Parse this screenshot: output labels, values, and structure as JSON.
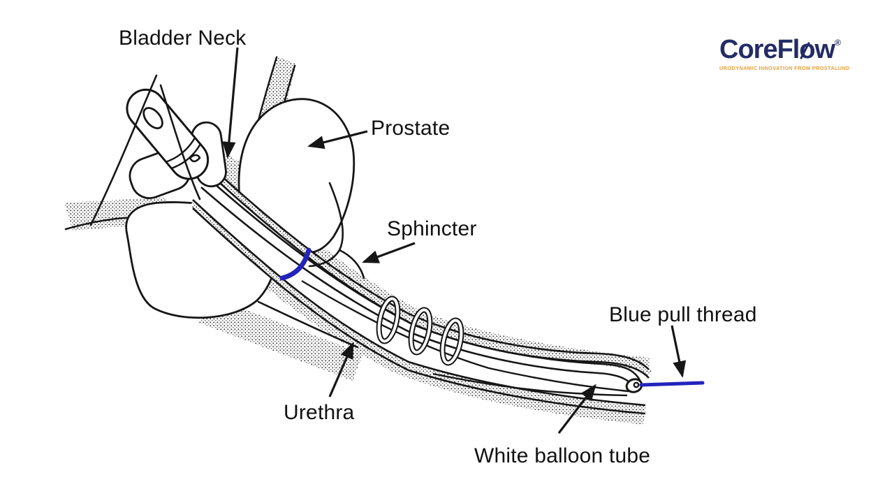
{
  "diagram": {
    "labels": {
      "bladder_neck": "Bladder Neck",
      "prostate": "Prostate",
      "sphincter": "Sphincter",
      "blue_pull_thread": "Blue pull thread",
      "urethra": "Urethra",
      "white_balloon_tube": "White balloon tube"
    },
    "colors": {
      "ink": "#161616",
      "thread_blue": "#2424bd"
    }
  },
  "logo": {
    "brand": "CoreFlow",
    "registered_mark": "®",
    "tagline": "URODYNAMIC INNOVATION FROM PROSTALUND",
    "colors": {
      "navy": "#232c66",
      "orange": "#e7a23c"
    }
  }
}
